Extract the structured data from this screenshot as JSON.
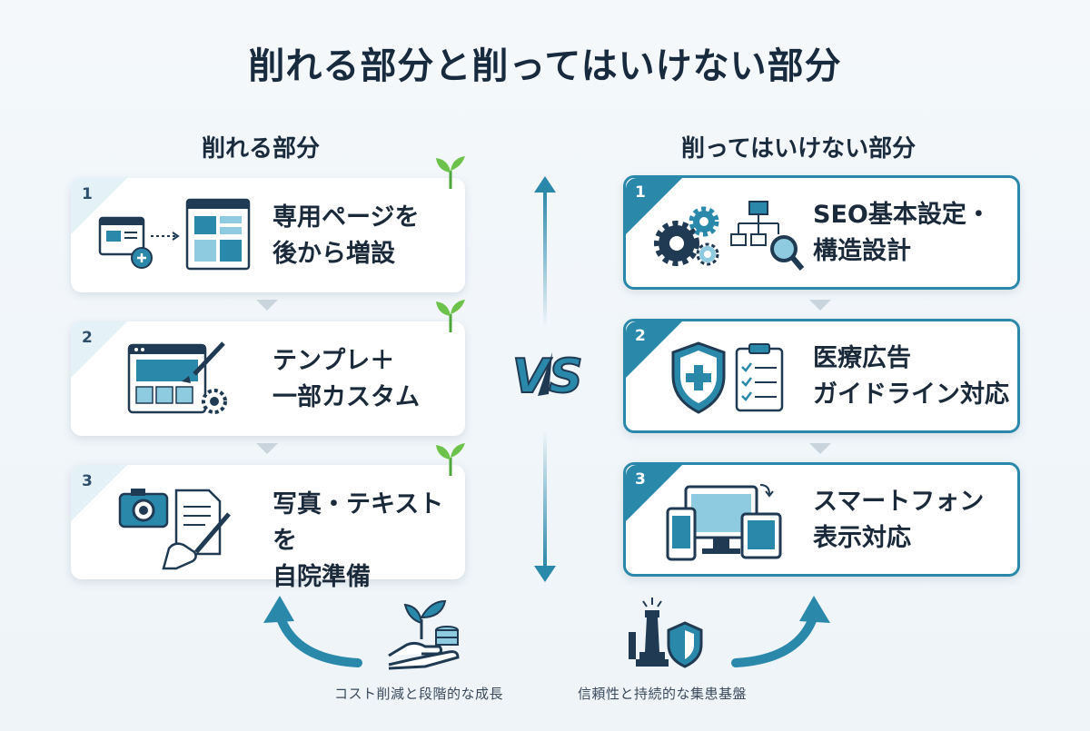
{
  "title": "削れる部分と削ってはいけない部分",
  "left": {
    "heading": "削れる部分",
    "cards": [
      {
        "number": "1",
        "line1": "専用ページを",
        "line2": "後から増設"
      },
      {
        "number": "2",
        "line1": "テンプレ＋",
        "line2": "一部カスタム"
      },
      {
        "number": "3",
        "line1": "写真・テキストを",
        "line2": "自院準備"
      }
    ]
  },
  "right": {
    "heading": "削ってはいけない部分",
    "cards": [
      {
        "number": "1",
        "line1": "SEO基本設定・",
        "line2": "構造設計"
      },
      {
        "number": "2",
        "line1": "医療広告",
        "line2": "ガイドライン対応"
      },
      {
        "number": "3",
        "line1": "スマートフォン",
        "line2": "表示対応"
      }
    ]
  },
  "vs_label": "VS",
  "bottom": {
    "left_label": "コスト削減と段階的な成長",
    "right_label": "信頼性と持続的な集患基盤"
  },
  "colors": {
    "accent": "#2a88ab",
    "dark": "#1b2a3b",
    "green": "#6cc24a",
    "light_blue": "#8fcbe0"
  }
}
